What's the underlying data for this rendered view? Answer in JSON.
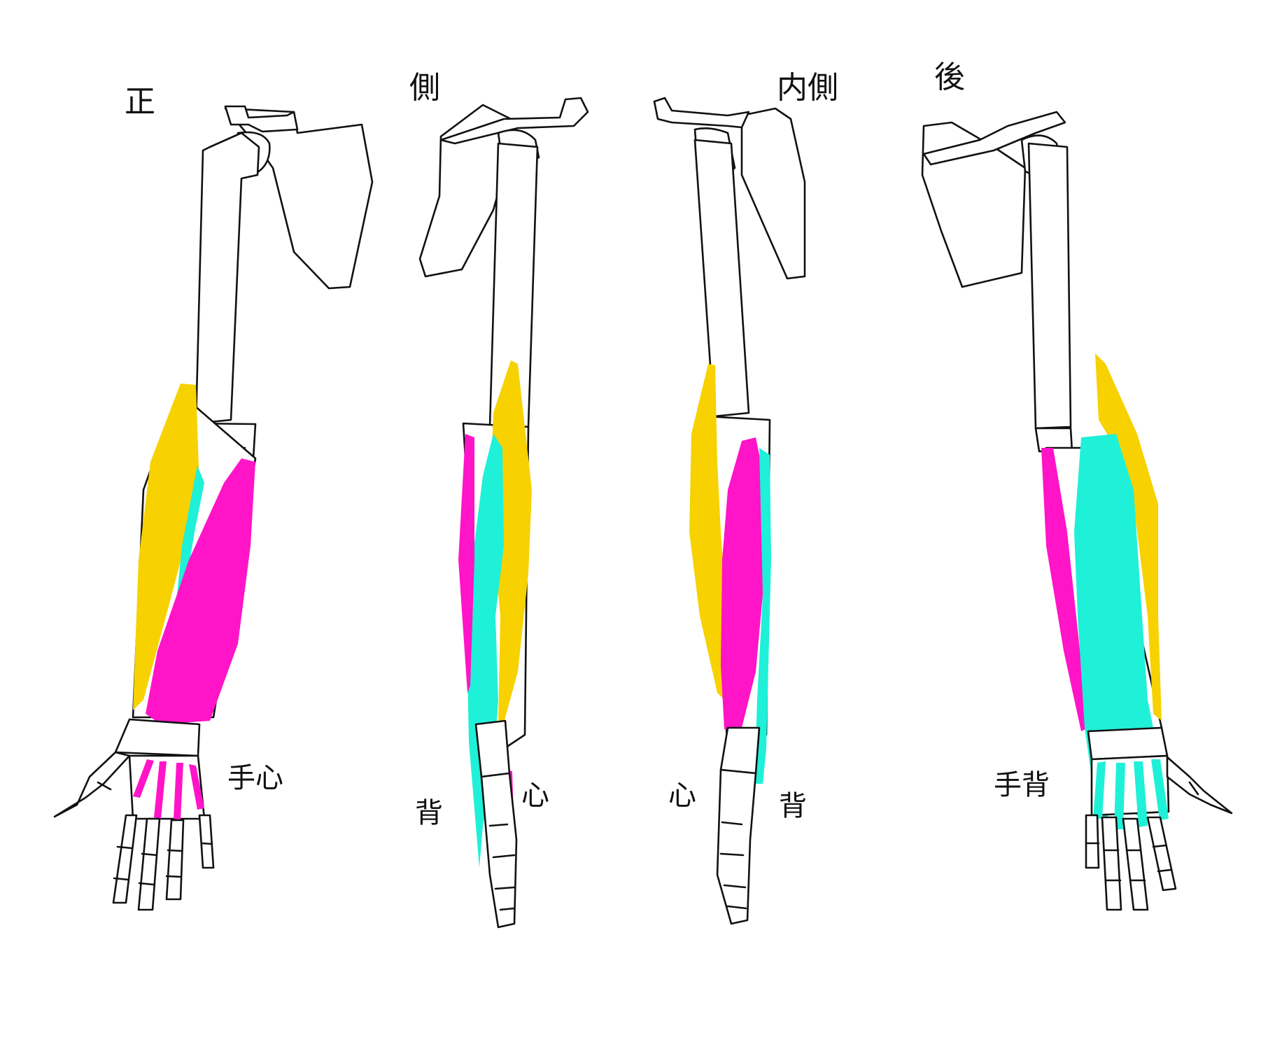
{
  "labels": {
    "front": "正",
    "lateral": "側",
    "medial": "内側",
    "back": "後",
    "palm": "手心",
    "back_label_lateral": "背",
    "palm_label_lateral": "心",
    "palm_label_medial": "心",
    "back_label_medial": "背",
    "hand_back": "手背"
  },
  "colors": {
    "yellow": "#f7d100",
    "cyan": "#1ff0d8",
    "pink": "#ff14c8",
    "line": "#111111",
    "background": "#ffffff"
  }
}
